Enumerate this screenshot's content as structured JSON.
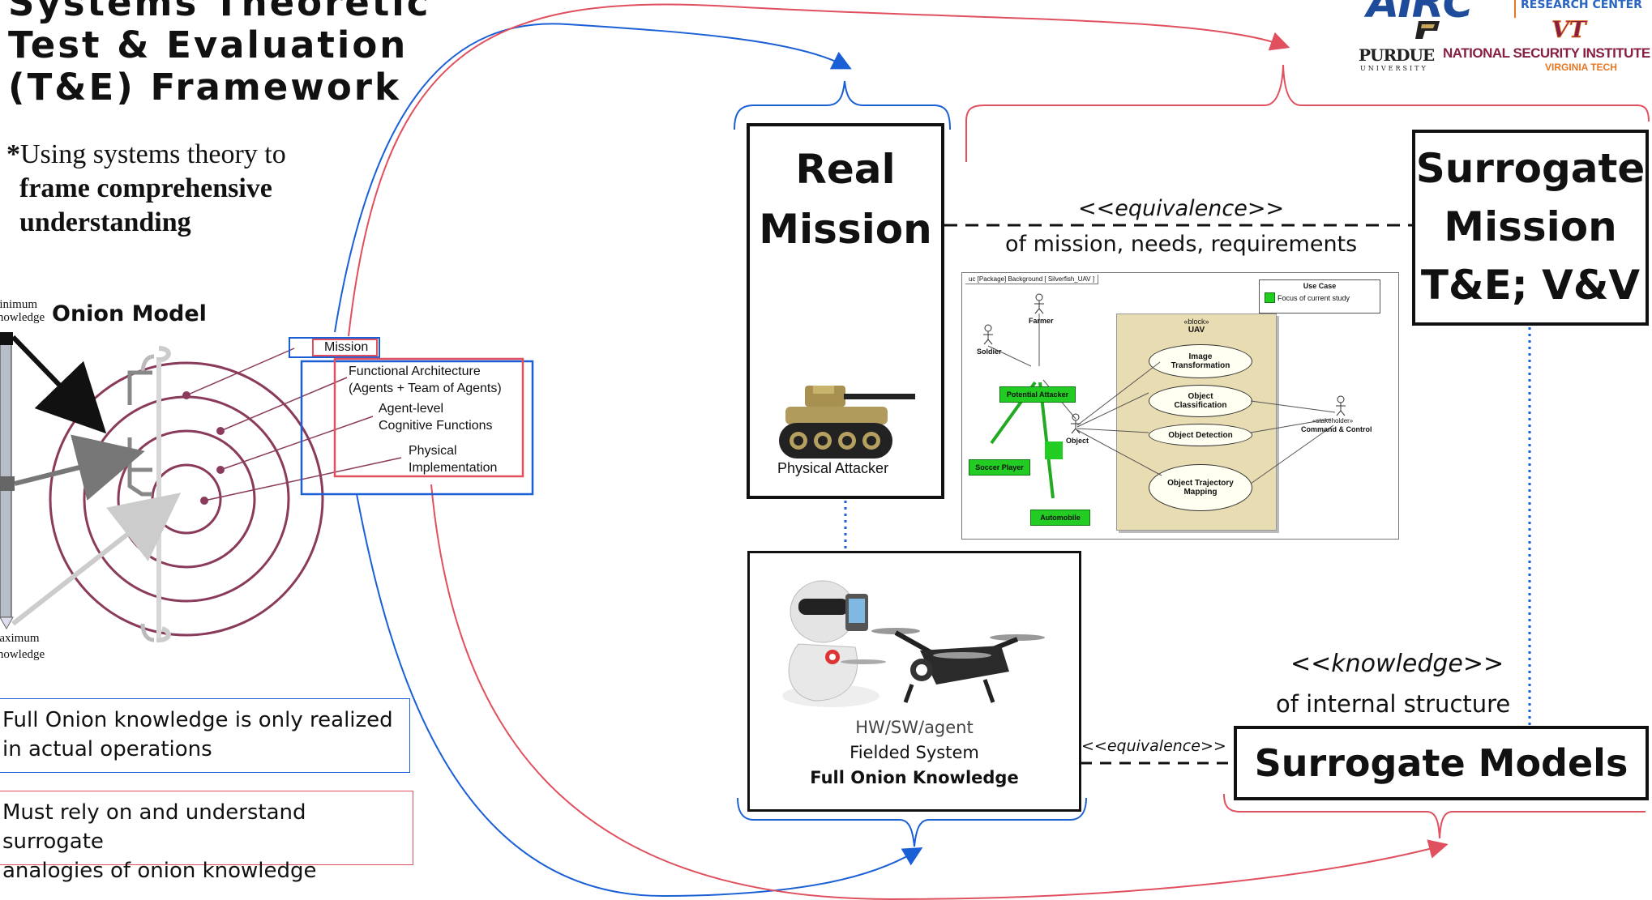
{
  "title": {
    "line1": "Systems Theoretic",
    "line2": "Test & Evaluation",
    "line3": "(T&E) Framework"
  },
  "subtitle": {
    "star": "*",
    "line1": "Using systems theory to",
    "line2": "frame comprehensive",
    "line3": "understanding"
  },
  "onion": {
    "title": "Onion Model",
    "minimum_knowledge_line1": "Minimum",
    "minimum_knowledge_line2": "Knowledge",
    "maximum_knowledge_line1": "Maximum",
    "maximum_knowledge_line2": "Knowledge",
    "mission_label": "Mission",
    "functional_architecture_line1": "Functional Architecture",
    "functional_architecture_line2": "(Agents + Team of Agents)",
    "agent_level_line1": "Agent-level",
    "agent_level_line2": "Cognitive Functions",
    "physical_line1": "Physical",
    "physical_line2": "Implementation"
  },
  "notes": {
    "blue_line1": "Full Onion knowledge is only realized",
    "blue_line2": "in actual operations",
    "red_line1": "Must rely on and understand surrogate",
    "red_line2": "analogies of onion knowledge"
  },
  "logos": {
    "airc": "AIRC",
    "research_center": "RESEARCH CENTER",
    "purdue": "PURDUE",
    "university": "UNIVERSITY",
    "nsi": "NATIONAL SECURITY INSTITUTE",
    "virginia_tech": "VIRGINIA TECH",
    "vt": "VT"
  },
  "real_mission": {
    "line1": "Real",
    "line2": "Mission",
    "caption": "Physical Attacker"
  },
  "surrogate_mission": {
    "line1": "Surrogate",
    "line2": "Mission",
    "line3": "T&E; V&V"
  },
  "equivalence_top": {
    "line1": "<<equivalence>>",
    "line2": "of mission, needs, requirements"
  },
  "fielded": {
    "line1": "HW/SW/agent",
    "line2": "Fielded System",
    "line3": "Full Onion Knowledge"
  },
  "equivalence_bottom": "<<equivalence>>",
  "knowledge": {
    "line1": "<<knowledge>>",
    "line2": "of internal structure"
  },
  "surrogate_models": "Surrogate Models",
  "uml": {
    "header": "uc [Package] Background [ Silverfish_UAV ]",
    "legend_title": "Use Case",
    "legend_item": "Focus of current study",
    "block_stereotype": "«block»",
    "block_name": "UAV",
    "actors": {
      "farmer": "Farmer",
      "soldier": "Soldier",
      "potential_attacker": "Potential Attacker",
      "soccer_player": "Soccer Player",
      "automobile": "Automobile",
      "object": "Object",
      "stakeholder": "«stakeholder»",
      "command_control": "Command & Control"
    },
    "use_cases": {
      "image_line1": "Image",
      "image_line2": "Transformation",
      "classification_line1": "Object",
      "classification_line2": "Classification",
      "detection": "Object Detection",
      "trajectory_line1": "Object Trajectory",
      "trajectory_line2": "Mapping"
    }
  },
  "colors": {
    "blue": "#1a5fd6",
    "red": "#e0505e",
    "onion": "#8a3a5a",
    "green": "#22cc22",
    "uav_fill": "#e8dcb2",
    "airc_blue": "#1f4c9a",
    "vt_maroon": "#861f41",
    "vt_orange": "#e87722"
  }
}
